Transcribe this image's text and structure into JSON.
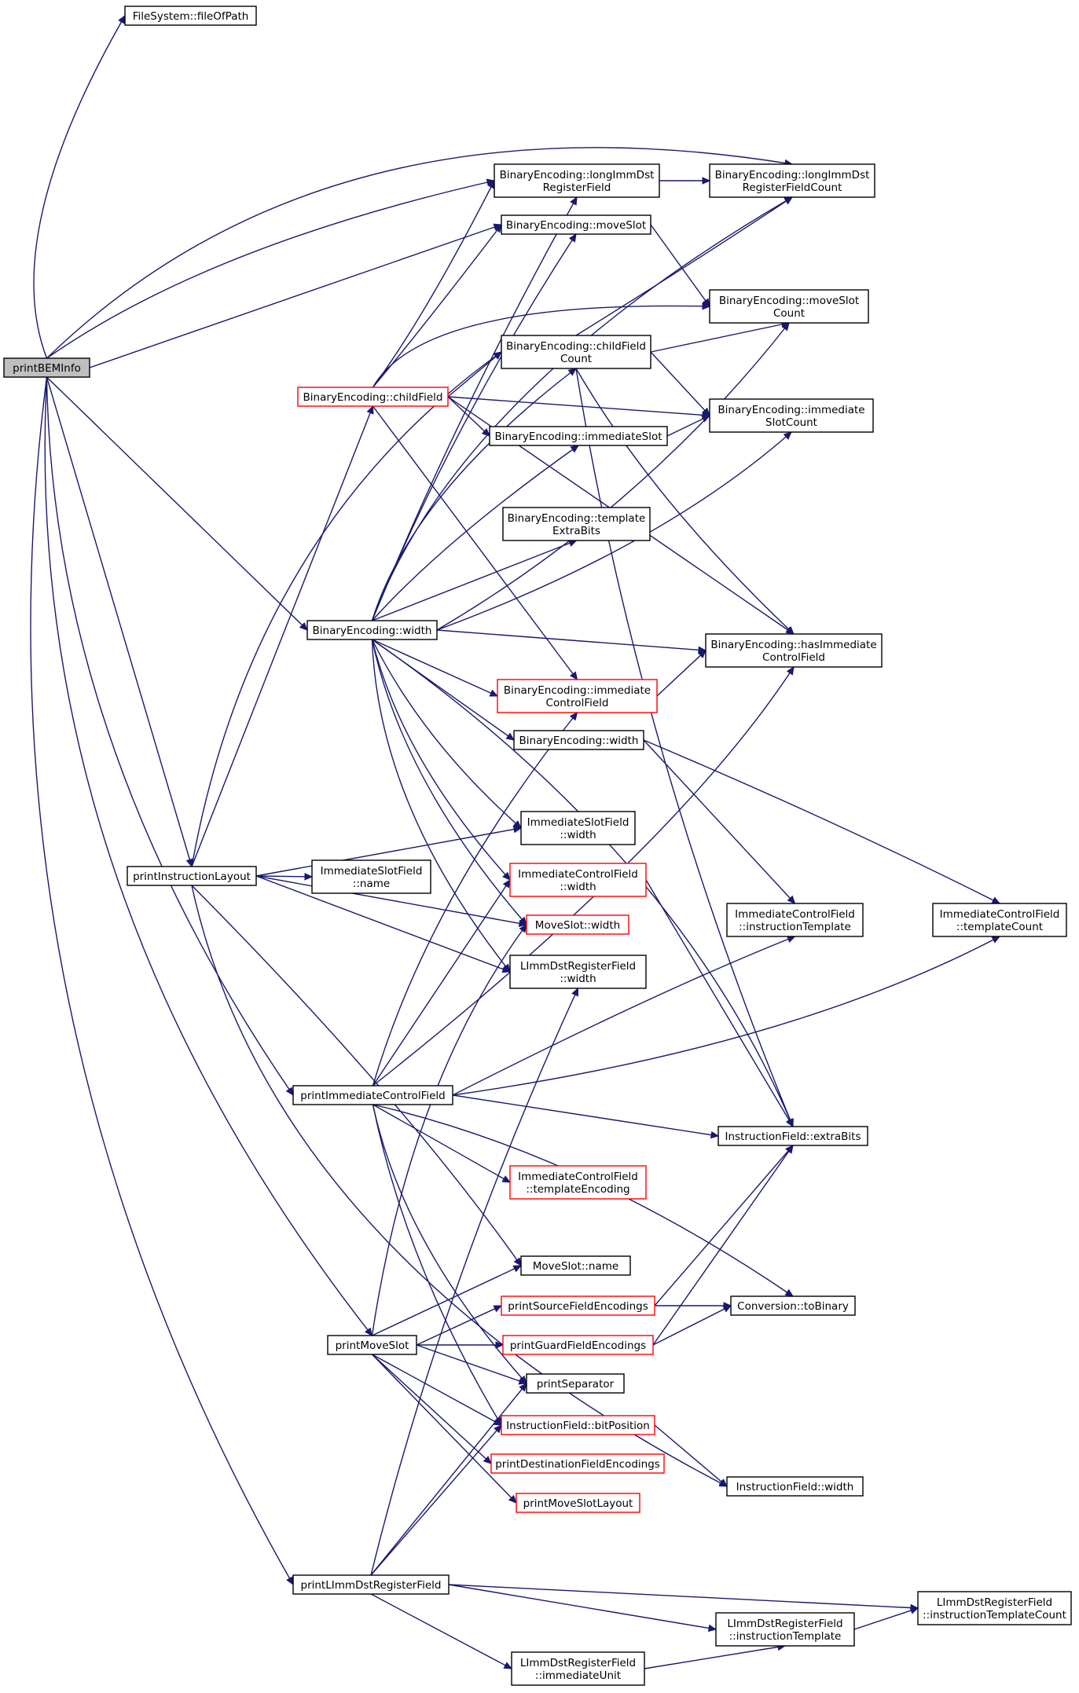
{
  "colors": {
    "edge": "#191970",
    "border_normal": "#000000",
    "border_red": "#ff0000",
    "root_fill": "#bfbfbf",
    "fill": "#ffffff"
  },
  "nodes": {
    "printBEMInfo": {
      "lines": [
        "printBEMInfo"
      ],
      "style": "root"
    },
    "fileOfPath": {
      "lines": [
        "FileSystem::fileOfPath"
      ],
      "style": "normal"
    },
    "longImmDstRegField": {
      "lines": [
        "BinaryEncoding::longImmDst",
        "RegisterField"
      ],
      "style": "normal"
    },
    "longImmDstRegFieldCount": {
      "lines": [
        "BinaryEncoding::longImmDst",
        "RegisterFieldCount"
      ],
      "style": "normal"
    },
    "moveSlot": {
      "lines": [
        "BinaryEncoding::moveSlot"
      ],
      "style": "normal"
    },
    "moveSlotCount": {
      "lines": [
        "BinaryEncoding::moveSlot",
        "Count"
      ],
      "style": "normal"
    },
    "childFieldCount": {
      "lines": [
        "BinaryEncoding::childField",
        "Count"
      ],
      "style": "normal"
    },
    "childField": {
      "lines": [
        "BinaryEncoding::childField"
      ],
      "style": "red"
    },
    "immediateSlotCount": {
      "lines": [
        "BinaryEncoding::immediate",
        "SlotCount"
      ],
      "style": "normal"
    },
    "immediateSlot": {
      "lines": [
        "BinaryEncoding::immediateSlot"
      ],
      "style": "normal"
    },
    "templateExtraBits": {
      "lines": [
        "BinaryEncoding::template",
        "ExtraBits"
      ],
      "style": "normal"
    },
    "beWidth": {
      "lines": [
        "BinaryEncoding::width"
      ],
      "style": "normal"
    },
    "hasImmControlField": {
      "lines": [
        "BinaryEncoding::hasImmediate",
        "ControlField"
      ],
      "style": "normal"
    },
    "immControlField": {
      "lines": [
        "BinaryEncoding::immediate",
        "ControlField"
      ],
      "style": "red"
    },
    "beWidth2": {
      "lines": [
        "BinaryEncoding::width"
      ],
      "style": "normal"
    },
    "immSlotFieldWidth": {
      "lines": [
        "ImmediateSlotField",
        "::width"
      ],
      "style": "normal"
    },
    "printInstructionLayout": {
      "lines": [
        "printInstructionLayout"
      ],
      "style": "normal"
    },
    "immSlotFieldName": {
      "lines": [
        "ImmediateSlotField",
        "::name"
      ],
      "style": "normal"
    },
    "icfWidth": {
      "lines": [
        "ImmediateControlField",
        "::width"
      ],
      "style": "red"
    },
    "icfInstrTemplate": {
      "lines": [
        "ImmediateControlField",
        "::instructionTemplate"
      ],
      "style": "normal"
    },
    "icfTemplateCount": {
      "lines": [
        "ImmediateControlField",
        "::templateCount"
      ],
      "style": "normal"
    },
    "moveSlotWidth": {
      "lines": [
        "MoveSlot::width"
      ],
      "style": "red"
    },
    "limmWidth": {
      "lines": [
        "LImmDstRegisterField",
        "::width"
      ],
      "style": "normal"
    },
    "printImmControlField": {
      "lines": [
        "printImmediateControlField"
      ],
      "style": "normal"
    },
    "ifExtraBits": {
      "lines": [
        "InstructionField::extraBits"
      ],
      "style": "normal"
    },
    "icfTemplateEncoding": {
      "lines": [
        "ImmediateControlField",
        "::templateEncoding"
      ],
      "style": "red"
    },
    "moveSlotName": {
      "lines": [
        "MoveSlot::name"
      ],
      "style": "normal"
    },
    "printSourceFE": {
      "lines": [
        "printSourceFieldEncodings"
      ],
      "style": "red"
    },
    "toBinary": {
      "lines": [
        "Conversion::toBinary"
      ],
      "style": "normal"
    },
    "printMoveSlot": {
      "lines": [
        "printMoveSlot"
      ],
      "style": "normal"
    },
    "printGuardFE": {
      "lines": [
        "printGuardFieldEncodings"
      ],
      "style": "red"
    },
    "printSeparator": {
      "lines": [
        "printSeparator"
      ],
      "style": "normal"
    },
    "ifBitPosition": {
      "lines": [
        "InstructionField::bitPosition"
      ],
      "style": "red"
    },
    "printDestFE": {
      "lines": [
        "printDestinationFieldEncodings"
      ],
      "style": "red"
    },
    "ifWidth": {
      "lines": [
        "InstructionField::width"
      ],
      "style": "normal"
    },
    "printMoveSlotLayout": {
      "lines": [
        "printMoveSlotLayout"
      ],
      "style": "red"
    },
    "printLImmDst": {
      "lines": [
        "printLImmDstRegisterField"
      ],
      "style": "normal"
    },
    "limmInstrTemplateCount": {
      "lines": [
        "LImmDstRegisterField",
        "::instructionTemplateCount"
      ],
      "style": "normal"
    },
    "limmInstrTemplate": {
      "lines": [
        "LImmDstRegisterField",
        "::instructionTemplate"
      ],
      "style": "normal"
    },
    "limmImmediateUnit": {
      "lines": [
        "LImmDstRegisterField",
        "::immediateUnit"
      ],
      "style": "normal"
    }
  }
}
